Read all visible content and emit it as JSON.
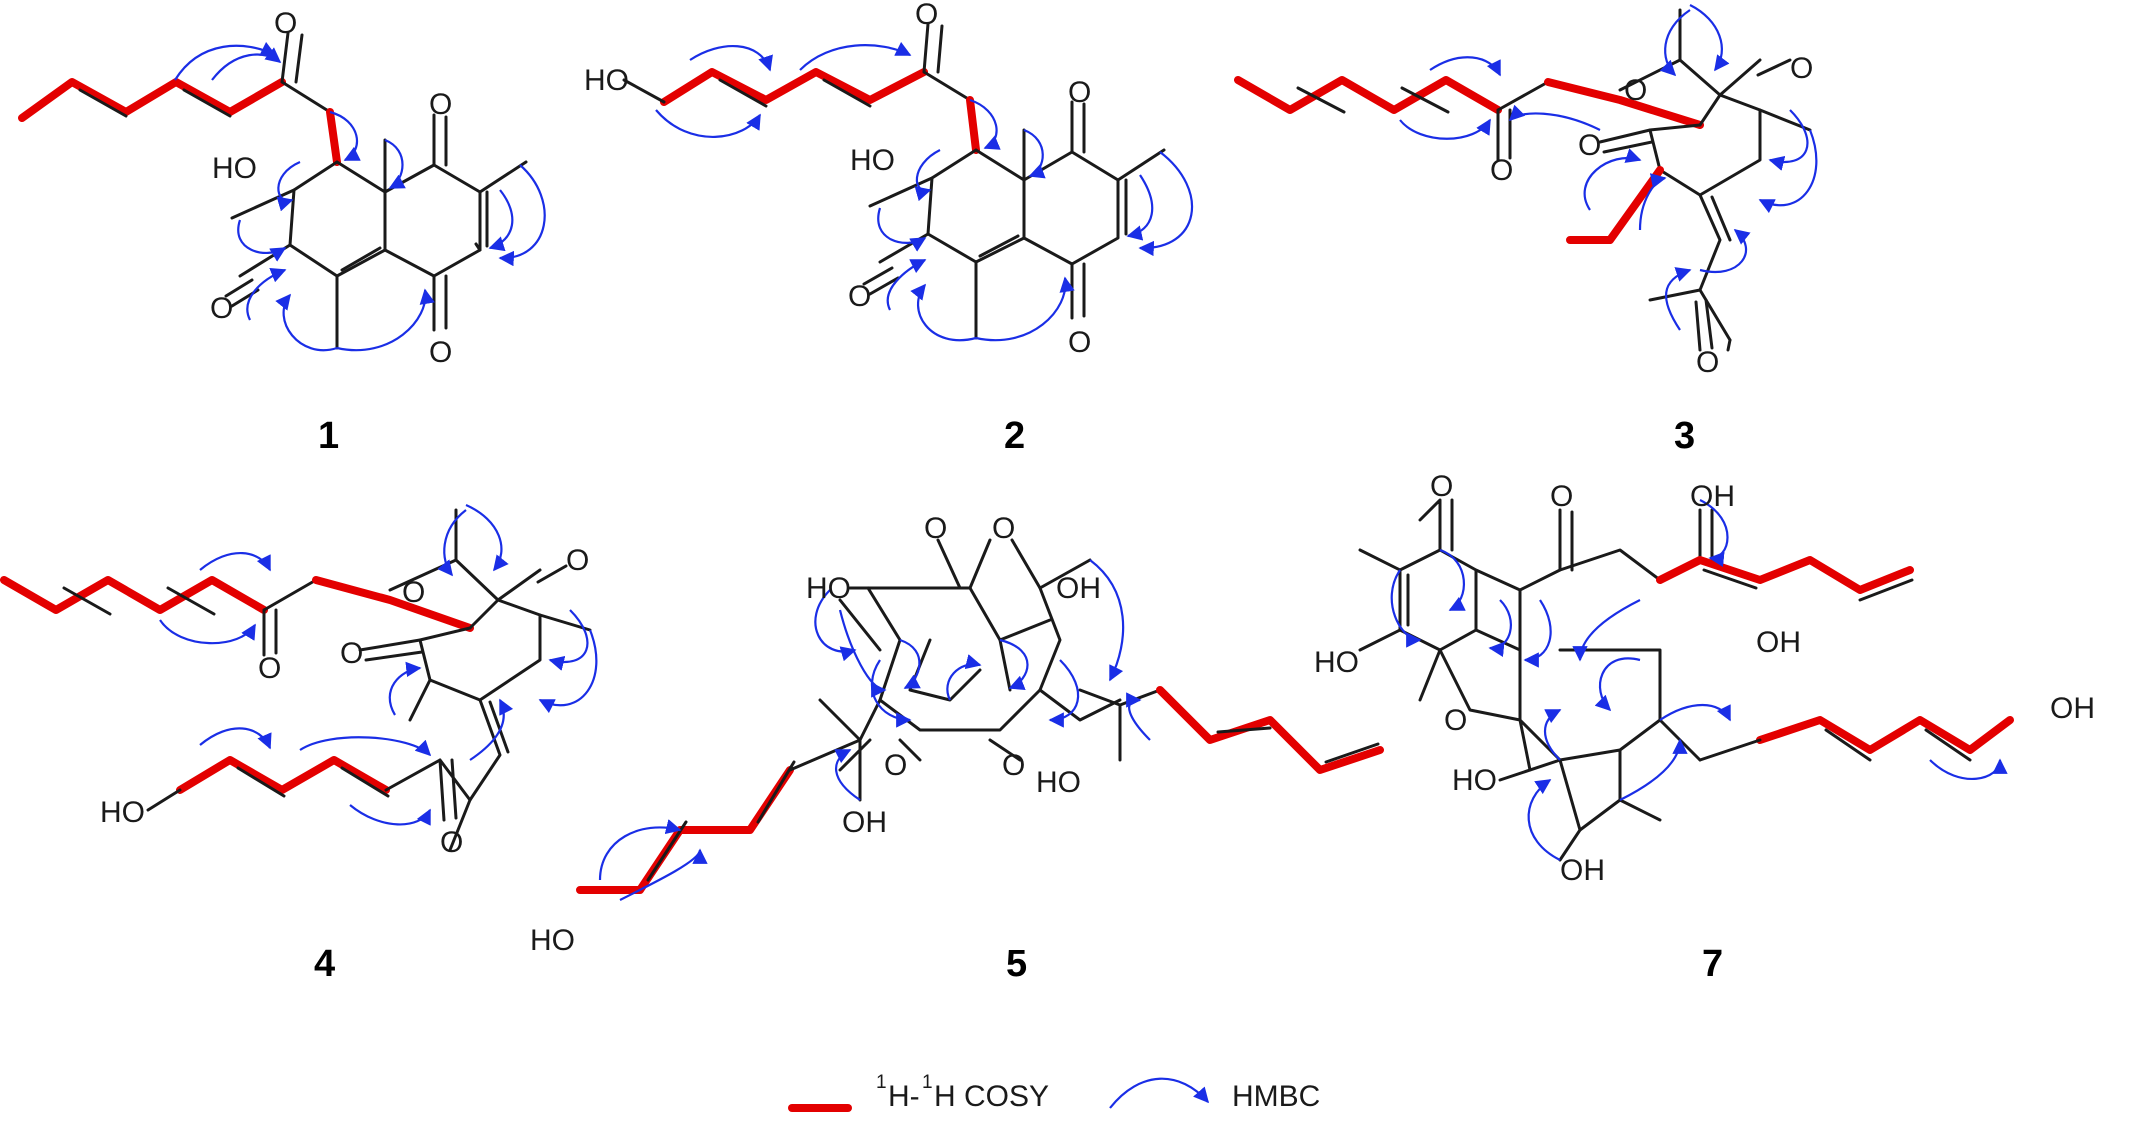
{
  "compounds": [
    {
      "label": "1",
      "atoms": {
        "o_top": "O",
        "o_ring_top": "O",
        "o_ring_bottom": "O",
        "o_left": "O",
        "ho": "HO"
      }
    },
    {
      "label": "2",
      "atoms": {
        "ho_chain": "HO",
        "o_top": "O",
        "o_ring_top": "O",
        "o_ring_bottom": "O",
        "o_left": "O",
        "ho": "HO"
      }
    },
    {
      "label": "3",
      "atoms": {
        "o_ring": "O",
        "o_ketone": "O",
        "o_lactone": "O",
        "o_chain": "O",
        "o_acetyl": "O"
      }
    },
    {
      "label": "4",
      "atoms": {
        "o_ring": "O",
        "o_ketone": "O",
        "o_lactone": "O",
        "o_chain": "O",
        "o_bottom": "O",
        "ho_chain": "HO"
      }
    },
    {
      "label": "5",
      "atoms": {
        "o_bridge_left": "O",
        "o_bridge_right": "O",
        "ho_left": "HO",
        "oh_right": "OH",
        "o_center_left": "O",
        "o_center_right": "O",
        "ho_enol": "HO",
        "oh_enol": "OH",
        "ho_chain": "HO"
      }
    },
    {
      "label": "7",
      "atoms": {
        "o_top": "O",
        "oh_top": "OH",
        "o_ketone": "O",
        "oh_enol": "OH",
        "ho_ring": "HO",
        "o_furan": "O",
        "ho_hemi": "HO",
        "oh_bottom": "OH",
        "oh_chain": "OH"
      }
    }
  ],
  "legend": {
    "cosy_sup_a": "1",
    "cosy_mid": "H-",
    "cosy_sup_b": "1",
    "cosy_end": "H COSY",
    "hmbc": "HMBC"
  },
  "colors": {
    "cosy": "#e30000",
    "hmbc": "#1a2ee6",
    "bond": "#1a1a1a"
  }
}
